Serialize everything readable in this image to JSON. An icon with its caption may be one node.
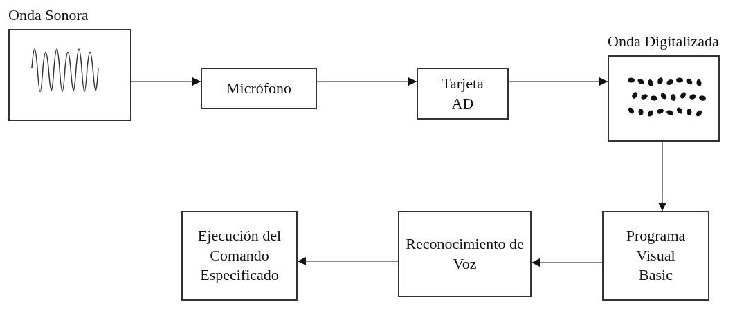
{
  "diagram": {
    "nodes": [
      {
        "text": [
          "Onda Sonora"
        ]
      },
      {
        "text": [
          "Micrófono"
        ]
      },
      {
        "text": [
          "Tarjeta AD"
        ]
      },
      {
        "text": [
          "Onda Digitalizada"
        ]
      },
      {
        "text": [
          "Programa Visual Basic"
        ]
      },
      {
        "text": [
          "Reconocimiento de Voz"
        ]
      },
      {
        "text": [
          "Ejecución del Comando Especificado"
        ]
      }
    ],
    "edges": [
      {
        "from": 0,
        "to": 1,
        "arrow": "to"
      },
      {
        "from": 1,
        "to": 2,
        "arrow": "to"
      },
      {
        "from": 2,
        "to": 3,
        "arrow": "to"
      },
      {
        "from": 3,
        "to": 4,
        "arrow": "to"
      },
      {
        "from": 4,
        "to": 5,
        "arrow": "to"
      },
      {
        "from": 5,
        "to": 6,
        "arrow": "to"
      }
    ]
  }
}
